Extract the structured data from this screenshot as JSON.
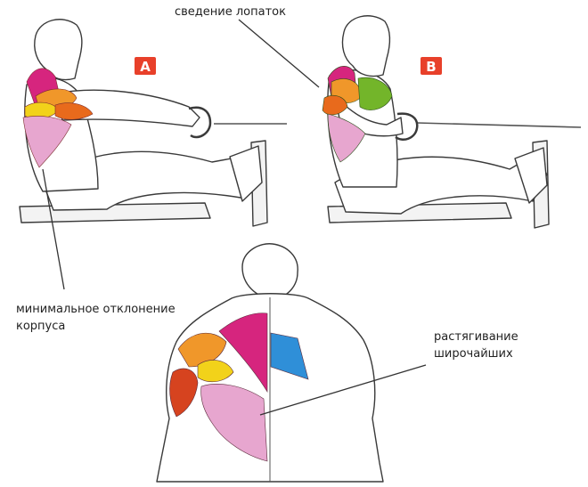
{
  "panels": {
    "a": {
      "badge": "A"
    },
    "b": {
      "badge": "B"
    }
  },
  "annotations": {
    "scapula": "сведение лопаток",
    "torso_line1": "минимальное отклонение",
    "torso_line2": "корпуса",
    "lats_line1": "растягивание",
    "lats_line2": "широчайших"
  },
  "colors": {
    "badge": "#e8402a",
    "trapezius": "#d6257e",
    "deltoid_rear": "#f0972a",
    "infraspinatus": "#f2d21a",
    "teres": "#e86a1c",
    "rhomboid": "#2f8fd8",
    "lats": "#e7a6cf",
    "pecs": "#73b52a",
    "triceps": "#d6431f",
    "outline": "#3a3a3a",
    "seat": "#f3f3f3"
  }
}
